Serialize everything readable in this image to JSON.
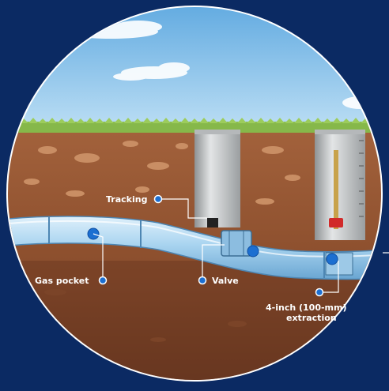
{
  "labels": {
    "tracking": "Tracking",
    "gas_pocket": "Gas pocket",
    "valve": "Valve",
    "extraction_line1": "4-inch (100-mm)",
    "extraction_line2": "extraction"
  },
  "colors": {
    "background": "#0b2a63",
    "sky": "#8fc6ec",
    "grass": "#86b84a",
    "soil_top": "#9a5a36",
    "soil_bottom": "#6e3b22",
    "pipe": "#a9d4f0",
    "marker": "#1c6fd1",
    "shaft": "#c9cbcc"
  }
}
